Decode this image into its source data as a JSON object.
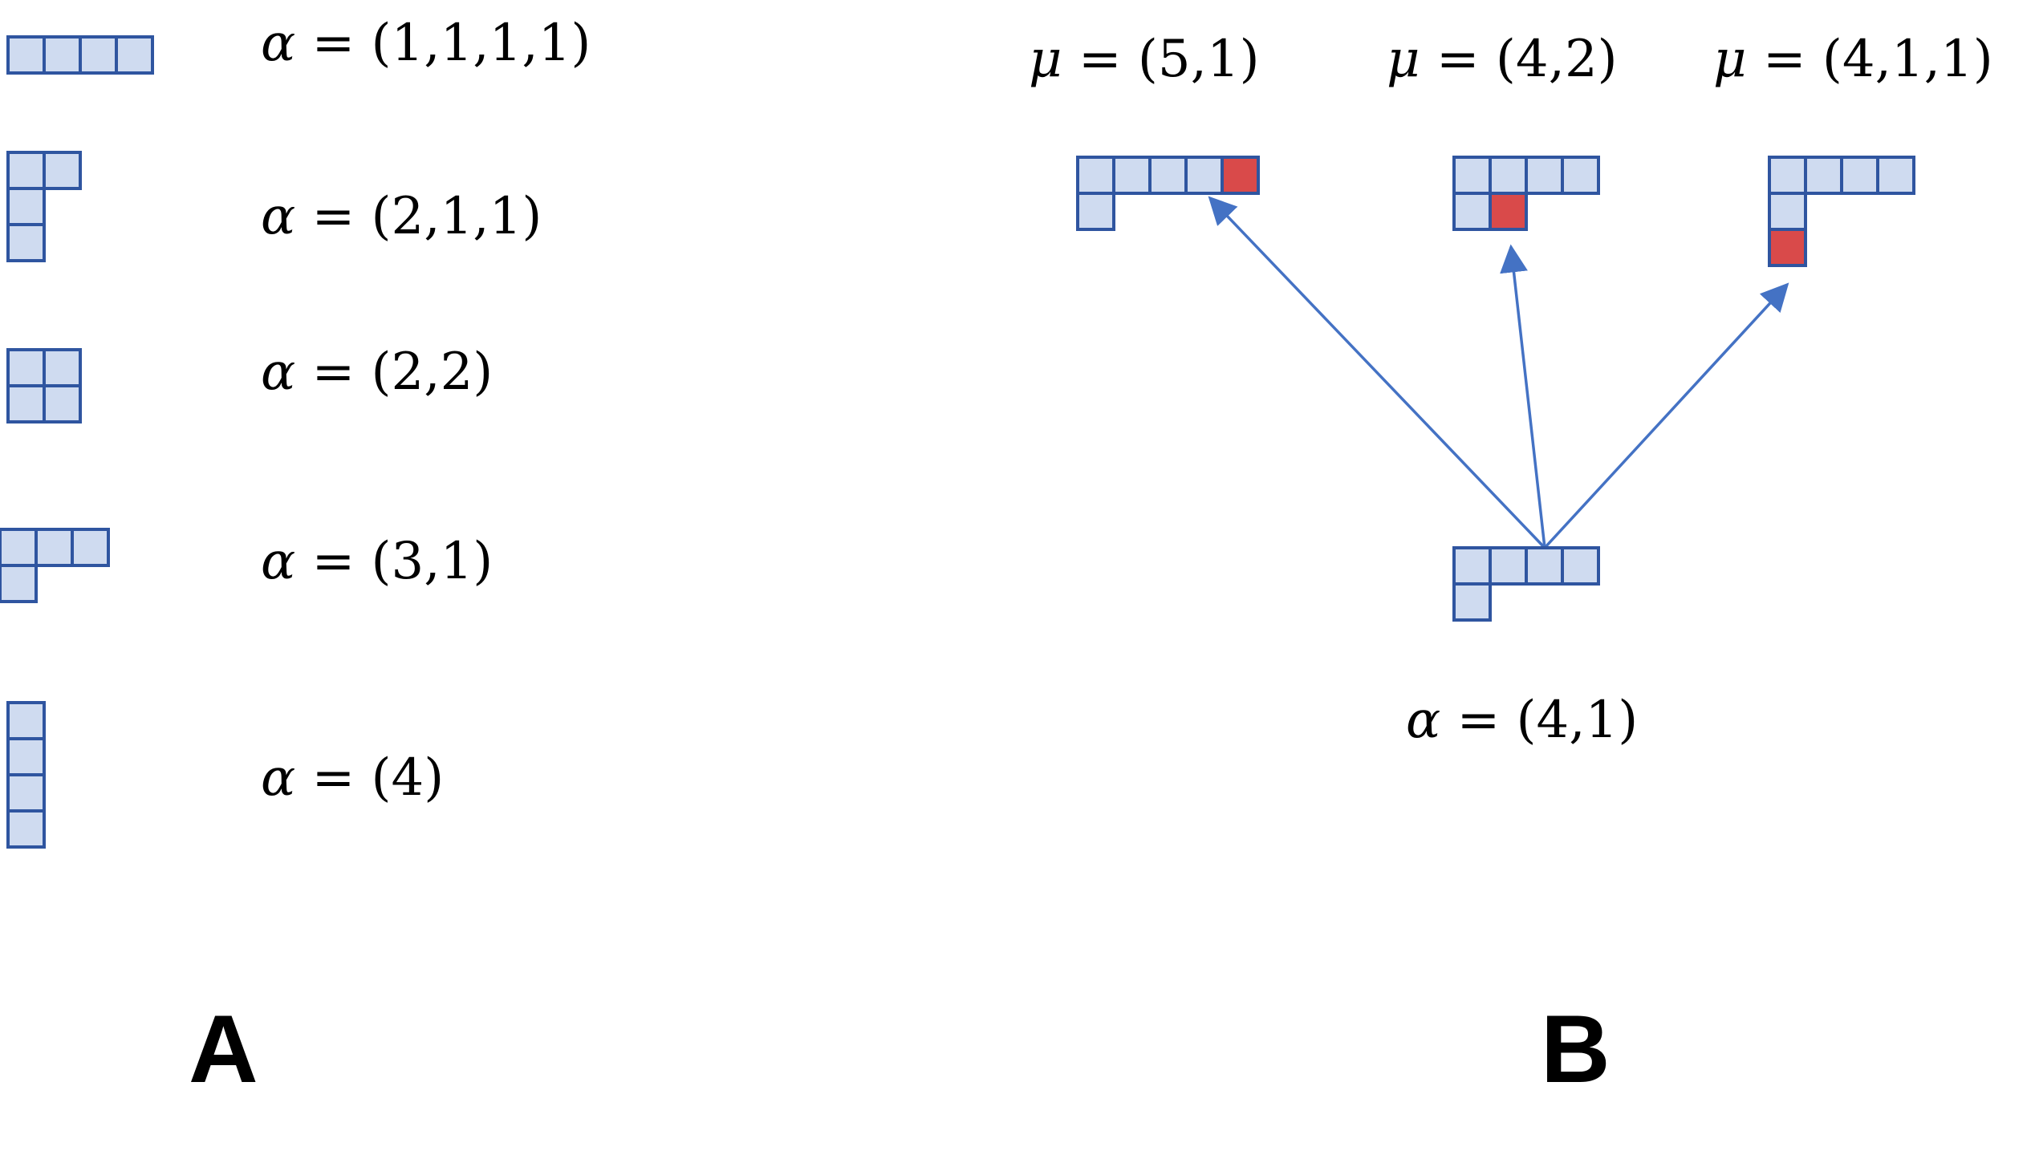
{
  "colors": {
    "cell_fill": "#CFDBF0",
    "cell_stroke": "#2F55A0",
    "highlight_fill": "#D94A4A",
    "arrow": "#4472C4"
  },
  "panel_a": {
    "label": "A",
    "items": [
      {
        "symbol": "α",
        "rest": " = (1,1,1,1)",
        "partition": [
          4
        ]
      },
      {
        "symbol": "α",
        "rest": " = (2,1,1)",
        "partition": [
          2,
          1,
          1
        ]
      },
      {
        "symbol": "α",
        "rest": " = (2,2)",
        "partition": [
          2,
          2
        ]
      },
      {
        "symbol": "α",
        "rest": " = (3,1)",
        "partition": [
          3,
          1
        ]
      },
      {
        "symbol": "α",
        "rest": " = (4)",
        "partition": [
          1,
          1,
          1,
          1
        ]
      }
    ]
  },
  "panel_b": {
    "label": "B",
    "base": {
      "symbol": "α",
      "rest": " = (4,1)",
      "partition": [
        4,
        1
      ]
    },
    "targets": [
      {
        "symbol": "μ",
        "rest": " = (5,1)",
        "partition": [
          5,
          1
        ],
        "added_cell": [
          0,
          4
        ]
      },
      {
        "symbol": "μ",
        "rest": " = (4,2)",
        "partition": [
          4,
          2
        ],
        "added_cell": [
          1,
          1
        ]
      },
      {
        "symbol": "μ",
        "rest": " = (4,1,1)",
        "partition": [
          4,
          1,
          1
        ],
        "added_cell": [
          2,
          0
        ]
      }
    ]
  }
}
